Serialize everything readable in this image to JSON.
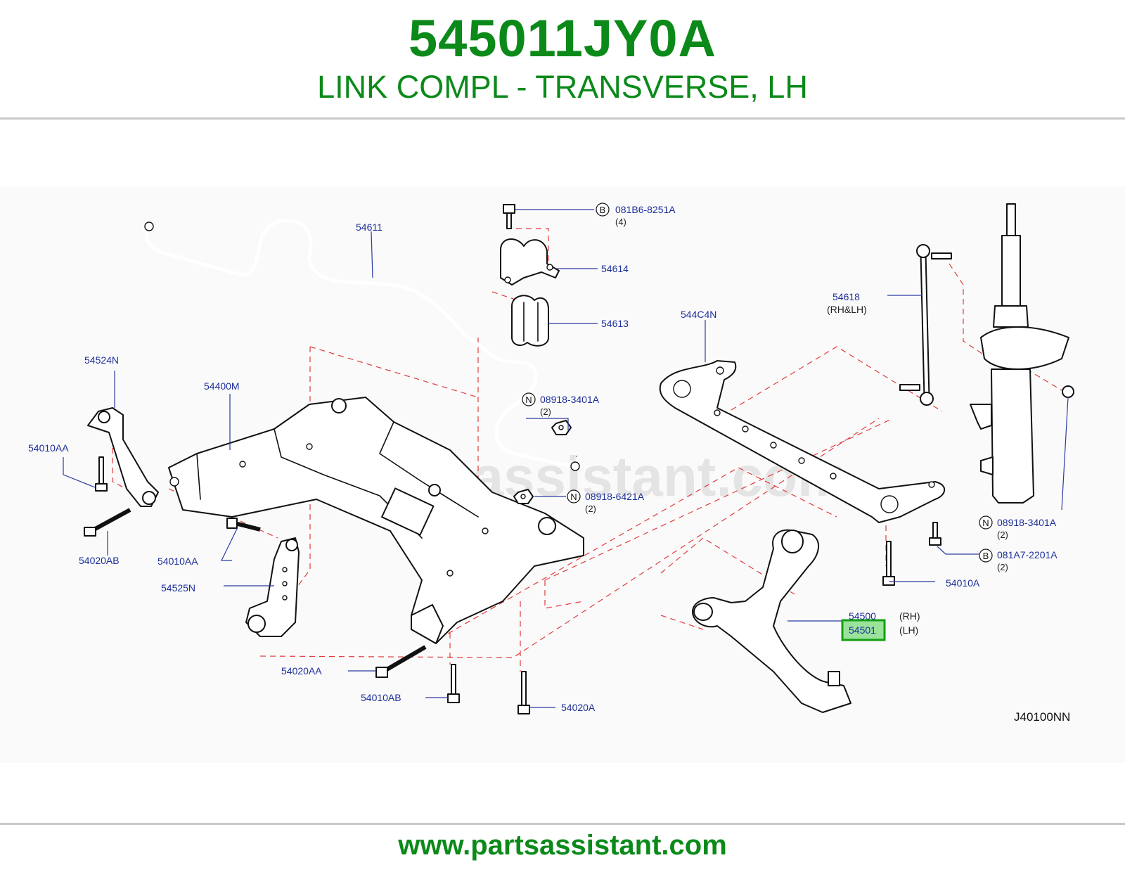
{
  "header": {
    "part_number": "545011JY0A",
    "part_name": "LINK COMPL - TRANSVERSE, LH"
  },
  "footer": {
    "url": "www.partsassistant.com"
  },
  "diagram": {
    "watermark": "www.partsassistant.com",
    "reference_code": "J40100NN",
    "highlighted_part": "54501",
    "colors": {
      "brand_green": "#0b8a1a",
      "callout_blue": "#1d2f9a",
      "dash_red": "#e23b3b",
      "highlight": "#9be39b"
    },
    "callouts": {
      "p54611": "54611",
      "p081B6": "081B6-8251A",
      "p081B6_qty": "(4)",
      "p081B6_tag": "B",
      "p54614": "54614",
      "p54613": "54613",
      "p54618": "54618",
      "p54618_side": "(RH&LH)",
      "p544C4N": "544C4N",
      "p54524N": "54524N",
      "p54400M": "54400M",
      "p08918_3401A_left": "08918-3401A",
      "p08918_3401A_left_qty": "(2)",
      "p08918_3401A_left_tag": "N",
      "p54010AA_left": "54010AA",
      "p08918_6421A": "08918-6421A",
      "p08918_6421A_qty": "(2)",
      "p08918_6421A_tag": "N",
      "p54020AB": "54020AB",
      "p54010AA_mid": "54010AA",
      "p54525N": "54525N",
      "p08918_3401A_right": "08918-3401A",
      "p08918_3401A_right_qty": "(2)",
      "p08918_3401A_right_tag": "N",
      "p081A7": "081A7-2201A",
      "p081A7_qty": "(2)",
      "p081A7_tag": "B",
      "p54010A": "54010A",
      "p54500": "54500",
      "p54500_side": "(RH)",
      "p54501": "54501",
      "p54501_side": "(LH)",
      "p54020AA": "54020AA",
      "p54010AB": "54010AB",
      "p54020A": "54020A"
    }
  }
}
